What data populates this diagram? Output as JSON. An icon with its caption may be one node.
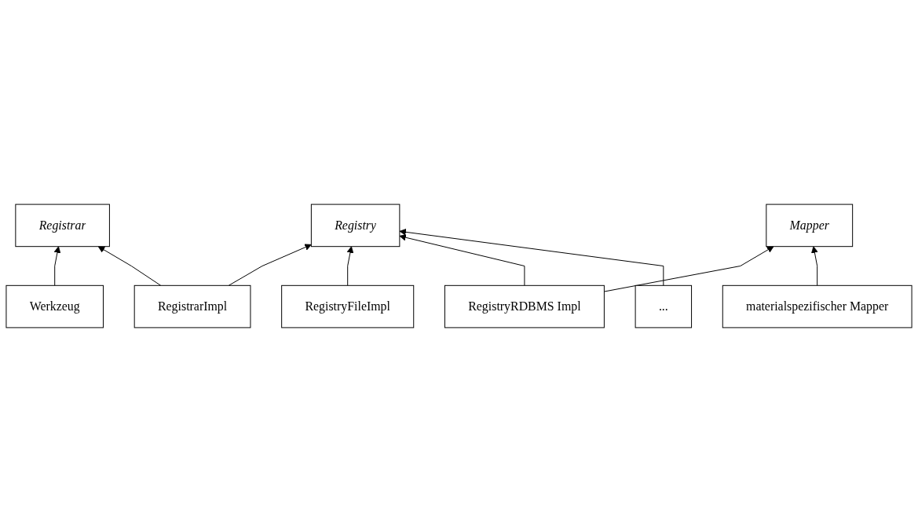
{
  "diagram": {
    "nodes": [
      {
        "text": [
          "Werkzeug"
        ]
      },
      {
        "text": [
          "Registrar"
        ]
      },
      {
        "text": [
          "RegistrarImpl"
        ]
      },
      {
        "text": [
          "Registry"
        ]
      },
      {
        "text": [
          "RegistryFileImpl"
        ]
      },
      {
        "text": [
          "RegistryRDBMS Impl"
        ]
      },
      {
        "text": [
          "..."
        ]
      },
      {
        "text": [
          "Mapper"
        ]
      },
      {
        "text": [
          "materialspezifischer Mapper"
        ]
      }
    ],
    "edges": [
      {
        "from": 0,
        "to": 1,
        "arrow": "to"
      },
      {
        "from": 2,
        "to": 1,
        "arrow": "to"
      },
      {
        "from": 2,
        "to": 3,
        "arrow": "to"
      },
      {
        "from": 4,
        "to": 3,
        "arrow": "to"
      },
      {
        "from": 5,
        "to": 3,
        "arrow": "to"
      },
      {
        "from": 6,
        "to": 3,
        "arrow": "to"
      },
      {
        "from": 5,
        "to": 7,
        "arrow": "to"
      },
      {
        "from": 8,
        "to": 7,
        "arrow": "to"
      }
    ]
  }
}
